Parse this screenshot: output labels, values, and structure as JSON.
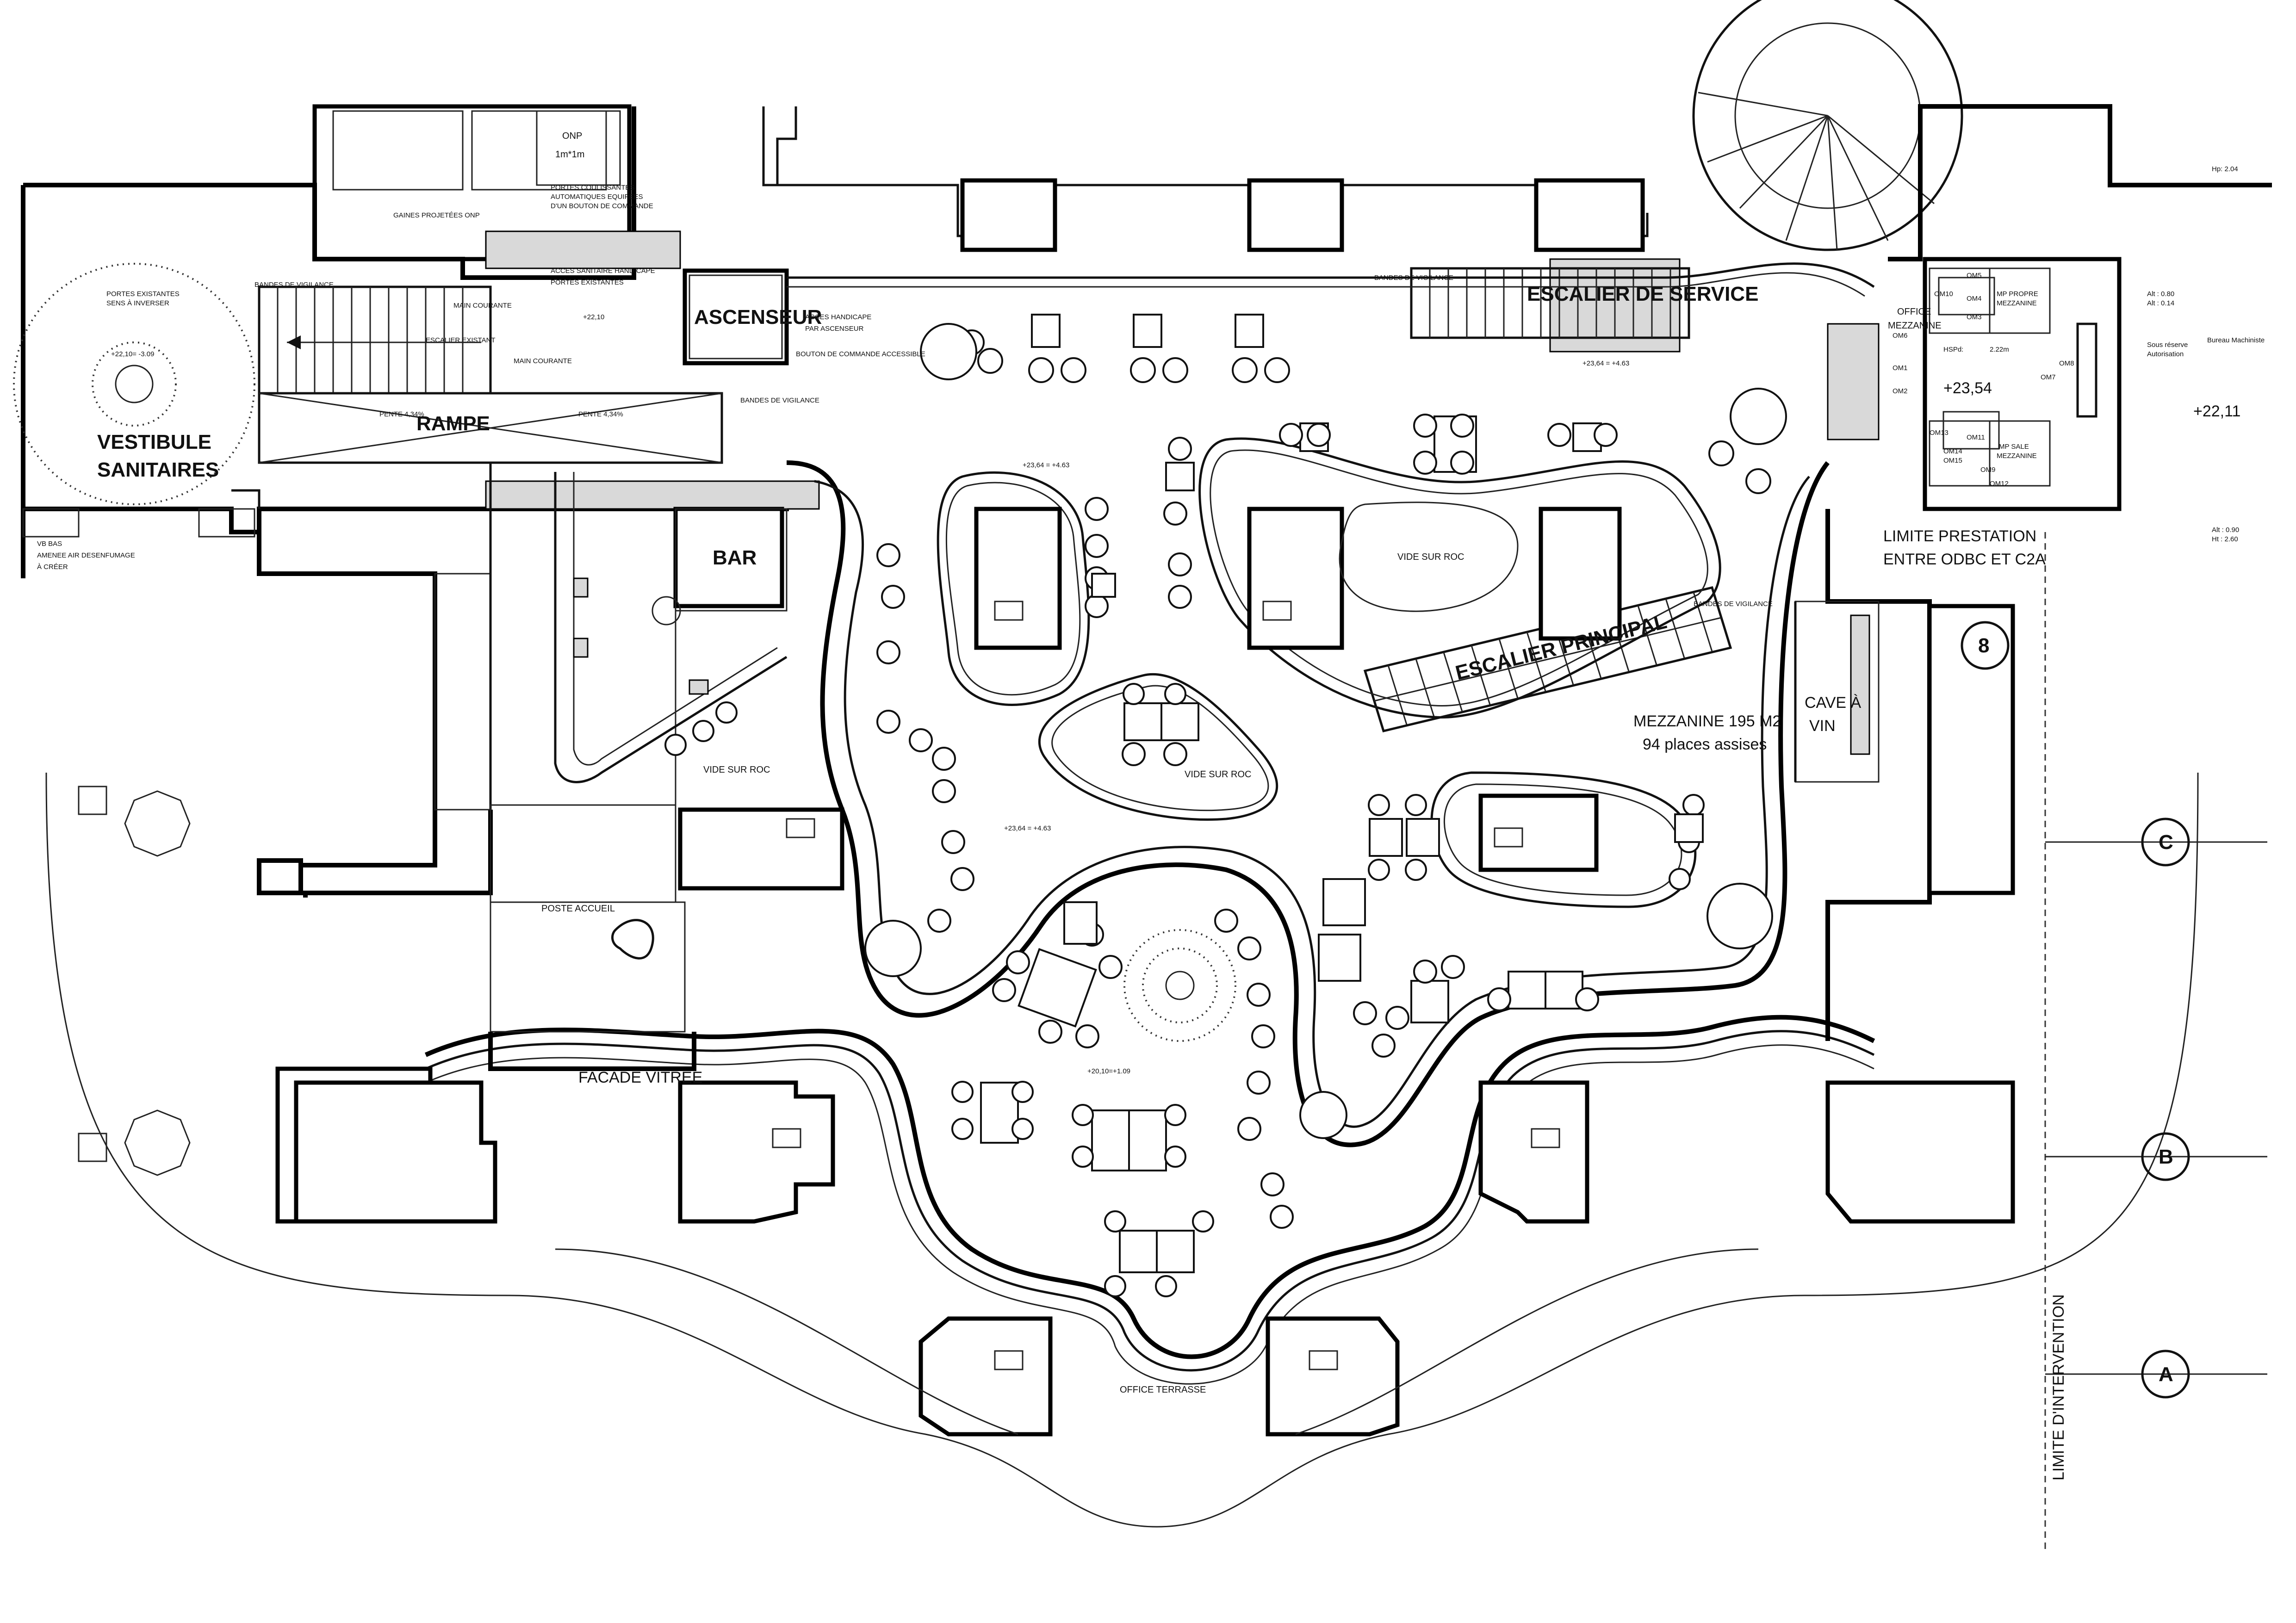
{
  "labels": {
    "ascenseur": "ASCENSEUR",
    "escalier_service": "ESCALIER DE SERVICE",
    "escalier_principal": "ESCALIER PRINCIPAL",
    "rampe": "RAMPE",
    "bar": "BAR",
    "vestibule": "VESTIBULE",
    "sanitaires": "SANITAIRES",
    "vide_sur_roc_1": "VIDE SUR ROC",
    "vide_sur_roc_2": "VIDE SUR ROC",
    "vide_sur_roc_3": "VIDE SUR ROC",
    "mezzanine_area": "MEZZANINE 195 M2",
    "places_assises": "94 places assises",
    "cave_a_vin_1": "CAVE À",
    "cave_a_vin_2": "VIN",
    "poste_accueil": "POSTE ACCUEIL",
    "facade_vitree": "FACADE VITREE",
    "office_terrasse": "OFFICE TERRASSE",
    "office_mezzanine_1": "OFFICE",
    "office_mezzanine_2": "MEZZANINE",
    "limite_prestation_1": "LIMITE PRESTATION",
    "limite_prestation_2": "ENTRE ODBC ET C2A",
    "limite_intervention": "LIMITE D'INTERVENTION",
    "onp_1": "ONP",
    "onp_2": "1m*1m",
    "mp_propre_1": "MP PROPRE",
    "mp_propre_2": "MEZZANINE",
    "mp_sale_1": "MP SALE",
    "mp_sale_2": "MEZZANINE",
    "sous_reserve_1": "Sous réserve",
    "sous_reserve_2": "Autorisation",
    "bureau_machiniste": "Bureau Machiniste",
    "hsp": "HSPd:",
    "hsp_val": "2.22m"
  },
  "small_notes": {
    "gaines": "GAINES PROJETÉES ONP",
    "portes_coulissantes": "PORTES COULISSANTES",
    "automatiques": "AUTOMATIQUES EQUIPEES",
    "bouton": "D'UN BOUTON DE COMMANDE",
    "acces_sanitaire": "ACCES SANITAIRE HANDICAPE",
    "portes_existantes": "PORTES EXISTANTES",
    "portes_existantes_2": "PORTES EXISTANTES",
    "sens_inverser": "SENS À INVERSER",
    "escalier_existant": "ESCALIER EXISTANT",
    "main_courante": "MAIN COURANTE",
    "main_courante_2": "MAIN COURANTE",
    "acces_handicape": "ACCES HANDICAPE",
    "par_ascenseur": "PAR ASCENSEUR",
    "bouton_commande": "BOUTON DE COMMANDE ACCESSIBLE",
    "bandes_vigilance_1": "BANDES DE VIGILANCE",
    "bandes_vigilance_2": "BANDES DE VIGILANCE",
    "bandes_vigilance_3": "BANDES DE VIGILANCE",
    "bandes_vigilance_4": "BANDES DE VIGILANCE",
    "vb_bas": "VB BAS",
    "amenee_air": "AMENEE AIR DESENFUMAGE",
    "a_creer": "À CRÉER",
    "pente_1": "PENTE 4,34%",
    "pente_2": "PENTE 4,34%"
  },
  "levels": {
    "l1": "+22,10",
    "l2": "+22,10= -3.09",
    "l3": "+23,64 = +4.63",
    "l4": "+23,64 = +4.63",
    "l5": "+23,64 = +4.63",
    "l6": "+23,54",
    "l7": "+22,11",
    "l8": "+20,10=+1.09",
    "hp": "Hp: 2.04",
    "alt1": "Alt : 0.80",
    "alt2": "Alt : 0.14",
    "alt3": "Alt : 0.90",
    "alt4": "Ht : 2.60"
  },
  "room_codes": [
    "OM10",
    "OM5",
    "OM4",
    "OM3",
    "OM6",
    "OM1",
    "OM2",
    "OM8",
    "OM7",
    "OM13",
    "OM11",
    "OM14",
    "OM15",
    "OM12",
    "OM9"
  ],
  "grid_markers": {
    "g8": "8",
    "gC": "C",
    "gB": "B",
    "gA": "A"
  }
}
